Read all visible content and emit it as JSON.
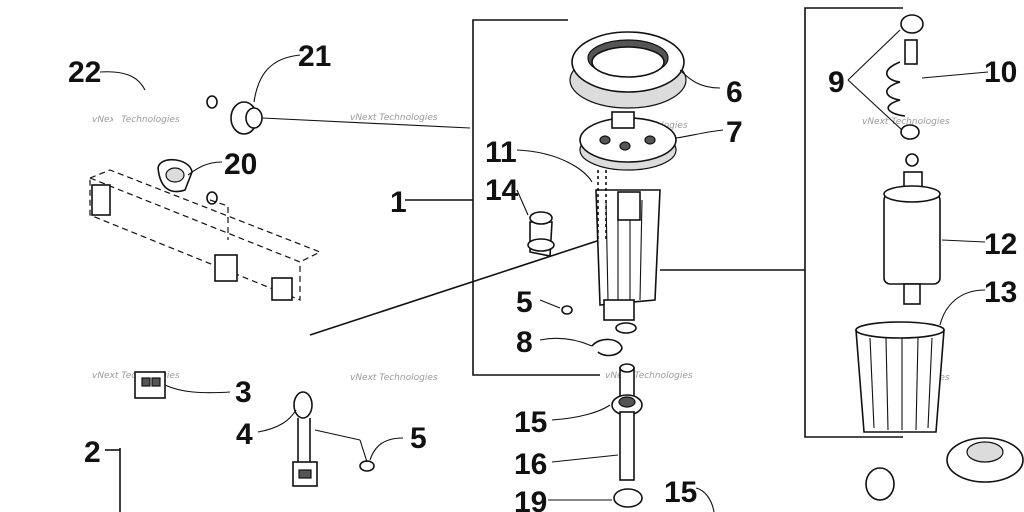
{
  "callouts": {
    "c1": "1",
    "c2": "2",
    "c3": "3",
    "c4": "4",
    "c5a": "5",
    "c5b": "5",
    "c6": "6",
    "c7": "7",
    "c8": "8",
    "c9": "9",
    "c10": "10",
    "c11": "11",
    "c12": "12",
    "c13": "13",
    "c14": "14",
    "c15a": "15",
    "c15b": "15",
    "c16": "16",
    "c19": "19",
    "c20": "20",
    "c21": "21",
    "c22": "22"
  },
  "watermark": "vNext Technologies",
  "colors": {
    "line": "#111111",
    "watermark": "#9a9a9a",
    "background": "#ffffff"
  }
}
